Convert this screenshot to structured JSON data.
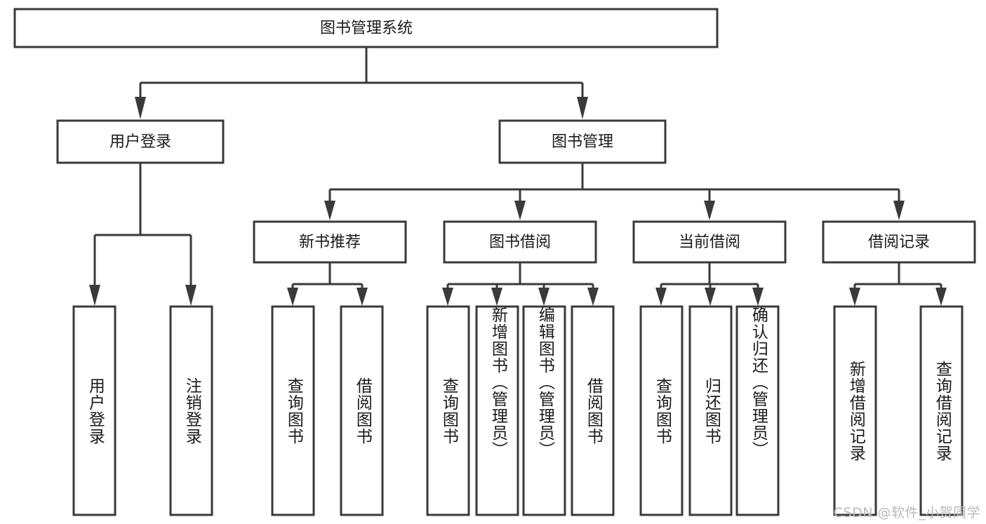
{
  "diagram": {
    "title": "图书管理系统",
    "watermark": "CSDN @软件_小贺同学",
    "colors": {
      "stroke": "#3a3a3a",
      "background": "#ffffff",
      "text": "#1a1a1a",
      "watermark": "#b9b9b9"
    },
    "root": {
      "label": "图书管理系统"
    },
    "level2": [
      {
        "label": "用户登录"
      },
      {
        "label": "图书管理"
      }
    ],
    "level3": [
      {
        "label": "新书推荐"
      },
      {
        "label": "图书借阅"
      },
      {
        "label": "当前借阅"
      },
      {
        "label": "借阅记录"
      }
    ],
    "leaves": {
      "user_login": [
        {
          "label": "用户登录"
        },
        {
          "label": "注销登录"
        }
      ],
      "new_book_recommend": [
        {
          "label": "查询图书"
        },
        {
          "label": "借阅图书"
        }
      ],
      "book_borrow": [
        {
          "label": "查询图书"
        },
        {
          "label": "新增图书（管理员）"
        },
        {
          "label": "编辑图书（管理员）"
        },
        {
          "label": "借阅图书"
        }
      ],
      "current_borrow": [
        {
          "label": "查询图书"
        },
        {
          "label": "归还图书"
        },
        {
          "label": "确认归还（管理员）"
        }
      ],
      "borrow_record": [
        {
          "label": "新增借阅记录"
        },
        {
          "label": "查询借阅记录"
        }
      ]
    }
  },
  "chart_data": {
    "type": "diagram-tree",
    "title": "图书管理系统",
    "orientation": "top-down",
    "nodes": [
      {
        "id": "root",
        "label": "图书管理系统",
        "level": 0
      },
      {
        "id": "user-login",
        "label": "用户登录",
        "level": 1,
        "parent": "root"
      },
      {
        "id": "book-mgmt",
        "label": "图书管理",
        "level": 1,
        "parent": "root"
      },
      {
        "id": "new-book",
        "label": "新书推荐",
        "level": 2,
        "parent": "book-mgmt"
      },
      {
        "id": "book-borrow",
        "label": "图书借阅",
        "level": 2,
        "parent": "book-mgmt"
      },
      {
        "id": "current-borrow",
        "label": "当前借阅",
        "level": 2,
        "parent": "book-mgmt"
      },
      {
        "id": "borrow-record",
        "label": "借阅记录",
        "level": 2,
        "parent": "book-mgmt"
      },
      {
        "id": "l-user-login",
        "label": "用户登录",
        "level": 2,
        "parent": "user-login"
      },
      {
        "id": "l-user-logout",
        "label": "注销登录",
        "level": 2,
        "parent": "user-login"
      },
      {
        "id": "l-nb-query",
        "label": "查询图书",
        "level": 3,
        "parent": "new-book"
      },
      {
        "id": "l-nb-borrow",
        "label": "借阅图书",
        "level": 3,
        "parent": "new-book"
      },
      {
        "id": "l-bb-query",
        "label": "查询图书",
        "level": 3,
        "parent": "book-borrow"
      },
      {
        "id": "l-bb-add",
        "label": "新增图书（管理员）",
        "level": 3,
        "parent": "book-borrow"
      },
      {
        "id": "l-bb-edit",
        "label": "编辑图书（管理员）",
        "level": 3,
        "parent": "book-borrow"
      },
      {
        "id": "l-bb-borrow",
        "label": "借阅图书",
        "level": 3,
        "parent": "book-borrow"
      },
      {
        "id": "l-cb-query",
        "label": "查询图书",
        "level": 3,
        "parent": "current-borrow"
      },
      {
        "id": "l-cb-return",
        "label": "归还图书",
        "level": 3,
        "parent": "current-borrow"
      },
      {
        "id": "l-cb-confirm",
        "label": "确认归还（管理员）",
        "level": 3,
        "parent": "current-borrow"
      },
      {
        "id": "l-br-add",
        "label": "新增借阅记录",
        "level": 3,
        "parent": "borrow-record"
      },
      {
        "id": "l-br-query",
        "label": "查询借阅记录",
        "level": 3,
        "parent": "borrow-record"
      }
    ]
  }
}
